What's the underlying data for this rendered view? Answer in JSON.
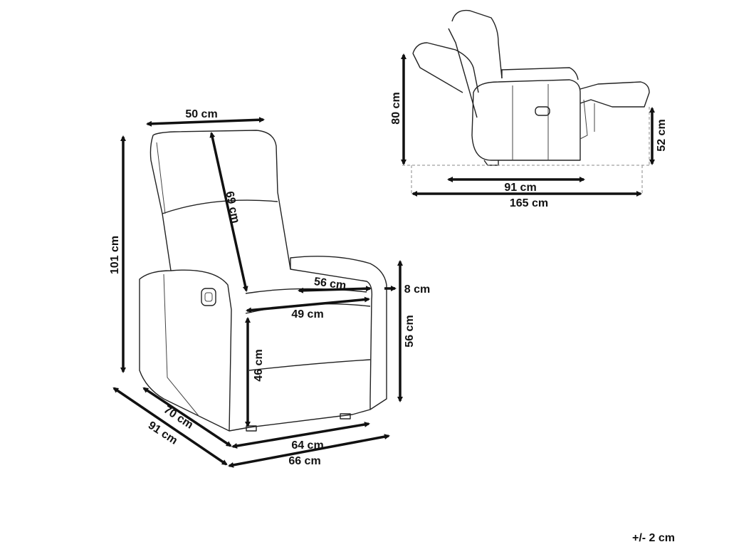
{
  "front_view": {
    "headrest_width": "50 cm",
    "backrest_height": "69 cm",
    "total_height": "101 cm",
    "seat_depth": "56 cm",
    "seat_width": "49 cm",
    "armrest_width": "8 cm",
    "armrest_height": "56 cm",
    "seat_height": "46 cm",
    "inner_depth": "70 cm",
    "total_depth": "91 cm",
    "inner_width": "64 cm",
    "total_width": "66 cm"
  },
  "side_view": {
    "height": "80 cm",
    "footrest_height": "52 cm",
    "depth": "91 cm",
    "reclined_length": "165 cm"
  },
  "tolerance": "+/- 2 cm",
  "colors": {
    "lines": "#111111",
    "background": "#ffffff"
  }
}
